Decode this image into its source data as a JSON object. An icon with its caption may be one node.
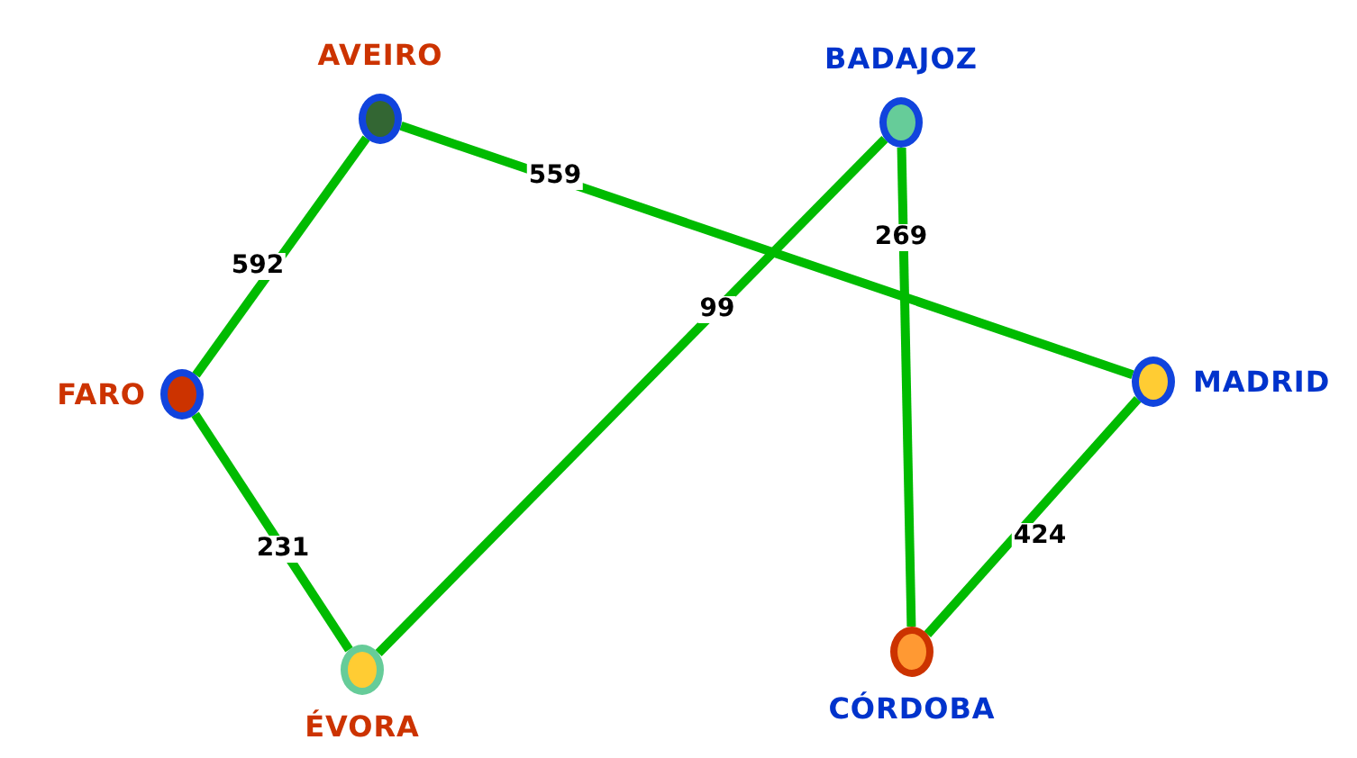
{
  "diagram": {
    "nodes": [
      {
        "text": [
          "AVEIRO"
        ]
      },
      {
        "text": [
          "BADAJOZ"
        ]
      },
      {
        "text": [
          "FARO"
        ]
      },
      {
        "text": [
          "MADRID"
        ]
      },
      {
        "text": [
          "ÉVORA"
        ]
      },
      {
        "text": [
          "CÓRDOBA"
        ]
      }
    ],
    "edges": [
      {
        "from": 0,
        "to": 2,
        "arrow": "none",
        "label": "592"
      },
      {
        "from": 0,
        "to": 3,
        "arrow": "none",
        "label": "559"
      },
      {
        "from": 1,
        "to": 4,
        "arrow": "none",
        "label": "99"
      },
      {
        "from": 1,
        "to": 5,
        "arrow": "none",
        "label": "269"
      },
      {
        "from": 2,
        "to": 4,
        "arrow": "none",
        "label": "231"
      },
      {
        "from": 3,
        "to": 5,
        "arrow": "none",
        "label": "424"
      }
    ]
  }
}
